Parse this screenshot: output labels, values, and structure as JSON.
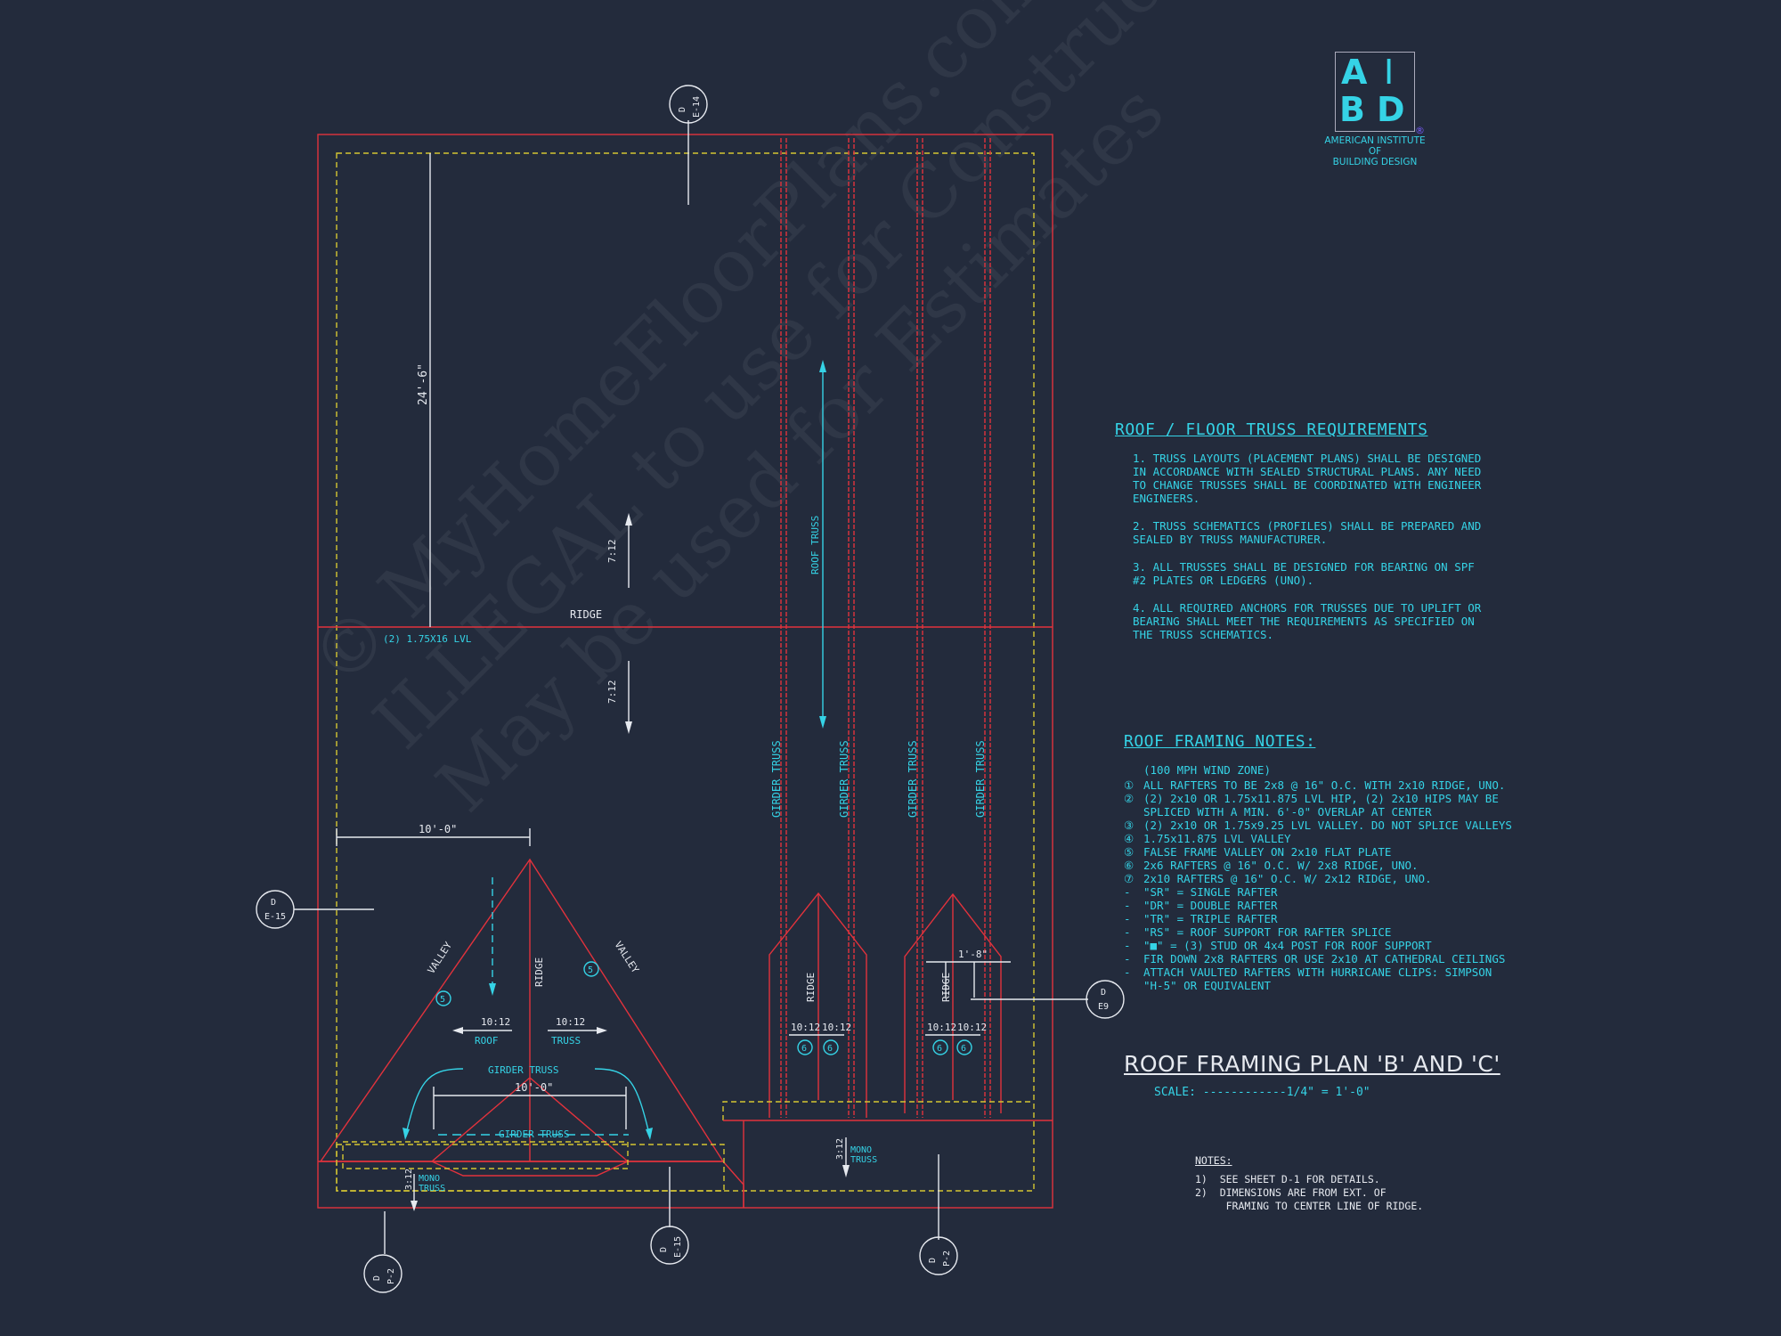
{
  "logo": {
    "letters": [
      "A",
      "I",
      "B",
      "D"
    ],
    "line1": "AMERICAN INSTITUTE",
    "line2": "OF",
    "line3": "BUILDING DESIGN",
    "reg": "®"
  },
  "watermark": {
    "line1": "© MyHomeFloorPlans.com",
    "line2": "ILLEGAL to use for Construction",
    "line3": "May be used for Estimates"
  },
  "plan": {
    "dim_24_6": "24'-6\"",
    "ridge": "RIDGE",
    "lvl": "(2) 1.75X16 LVL",
    "pitch_712_a": "7:12",
    "pitch_712_b": "7:12",
    "roof_truss": "ROOF TRUSS",
    "girder_truss": "GIRDER TRUSS",
    "dim_10_0": "10'-0\"",
    "dim_10_0_b": "10'-0\"",
    "valley": "VALLEY",
    "ridge_small": "RIDGE",
    "pitch_1012": "10:12",
    "roof": "ROOF",
    "truss": "TRUSS",
    "girder_truss_lbl": "GIRDER TRUSS",
    "mono": "MONO",
    "mono_truss": "TRUSS",
    "pitch_312": "3:12",
    "dim_1_8": "1'-8\"",
    "circle5": "5",
    "circle6": "6",
    "callouts": [
      {
        "top": "D",
        "bot": "E-14"
      },
      {
        "top": "D",
        "bot": "E-15"
      },
      {
        "top": "D",
        "bot": "E9"
      },
      {
        "top": "D",
        "bot": "P-2"
      },
      {
        "top": "D",
        "bot": "E-15"
      },
      {
        "top": "D",
        "bot": "P-2"
      }
    ]
  },
  "truss_requirements": {
    "title": "ROOF / FLOOR  TRUSS REQUIREMENTS",
    "items": [
      "1. TRUSS LAYOUTS (PLACEMENT PLANS) SHALL BE DESIGNED IN ACCORDANCE WITH SEALED STRUCTURAL PLANS. ANY NEED TO CHANGE TRUSSES SHALL BE COORDINATED WITH ENGINEER ENGINEERS.",
      "2. TRUSS SCHEMATICS (PROFILES) SHALL BE PREPARED AND SEALED BY TRUSS MANUFACTURER.",
      "3. ALL TRUSSES SHALL BE DESIGNED FOR BEARING ON SPF #2 PLATES OR LEDGERS (UNO).",
      "4. ALL REQUIRED ANCHORS FOR TRUSSES DUE TO UPLIFT OR BEARING SHALL MEET THE REQUIREMENTS AS SPECIFIED ON THE TRUSS SCHEMATICS."
    ]
  },
  "framing_notes": {
    "title": "ROOF FRAMING NOTES:",
    "wind": "(100 MPH WIND ZONE)",
    "items": [
      {
        "mark": "①",
        "text": "ALL RAFTERS TO BE 2x8 @ 16\" O.C. WITH 2x10 RIDGE, UNO."
      },
      {
        "mark": "②",
        "text": "(2) 2x10 OR 1.75x11.875 LVL HIP, (2) 2x10 HIPS MAY BE SPLICED WITH A MIN. 6'-0\" OVERLAP AT CENTER"
      },
      {
        "mark": "③",
        "text": "(2) 2x10 OR 1.75x9.25 LVL VALLEY. DO NOT SPLICE VALLEYS"
      },
      {
        "mark": "④",
        "text": "1.75x11.875 LVL VALLEY"
      },
      {
        "mark": "⑤",
        "text": "FALSE FRAME VALLEY ON 2x10 FLAT PLATE"
      },
      {
        "mark": "⑥",
        "text": "2x6 RAFTERS @ 16\" O.C. W/ 2x8 RIDGE, UNO."
      },
      {
        "mark": "⑦",
        "text": "2x10 RAFTERS @ 16\" O.C. W/ 2x12 RIDGE, UNO."
      },
      {
        "mark": "-",
        "text": "\"SR\" = SINGLE RAFTER"
      },
      {
        "mark": "-",
        "text": "\"DR\" = DOUBLE RAFTER"
      },
      {
        "mark": "-",
        "text": "\"TR\" = TRIPLE RAFTER"
      },
      {
        "mark": "-",
        "text": "\"RS\" = ROOF SUPPORT FOR RAFTER SPLICE"
      },
      {
        "mark": "-",
        "text": "\"■\" = (3) STUD OR 4x4 POST FOR ROOF SUPPORT"
      },
      {
        "mark": "-",
        "text": "FIR DOWN 2x8 RAFTERS OR USE 2x10 AT CATHEDRAL CEILINGS"
      },
      {
        "mark": "-",
        "text": "ATTACH VAULTED RAFTERS WITH HURRICANE CLIPS: SIMPSON \"H-5\" OR EQUIVALENT"
      }
    ]
  },
  "plan_title": {
    "title": "ROOF FRAMING PLAN 'B' AND 'C'",
    "scale": "SCALE: ------------1/4\" = 1'-0\""
  },
  "general_notes": {
    "heading": "NOTES:",
    "items": [
      "1)  SEE SHEET D-1 FOR DETAILS.",
      "2)  DIMENSIONS ARE FROM EXT. OF",
      "     FRAMING TO CENTER LINE OF RIDGE."
    ]
  },
  "colors": {
    "background": "#232b3c",
    "outline_red": "#e2323c",
    "hidden_yellow": "#d4c632",
    "annotation_cyan": "#35d3e6",
    "text_white": "#e6e9ef"
  }
}
